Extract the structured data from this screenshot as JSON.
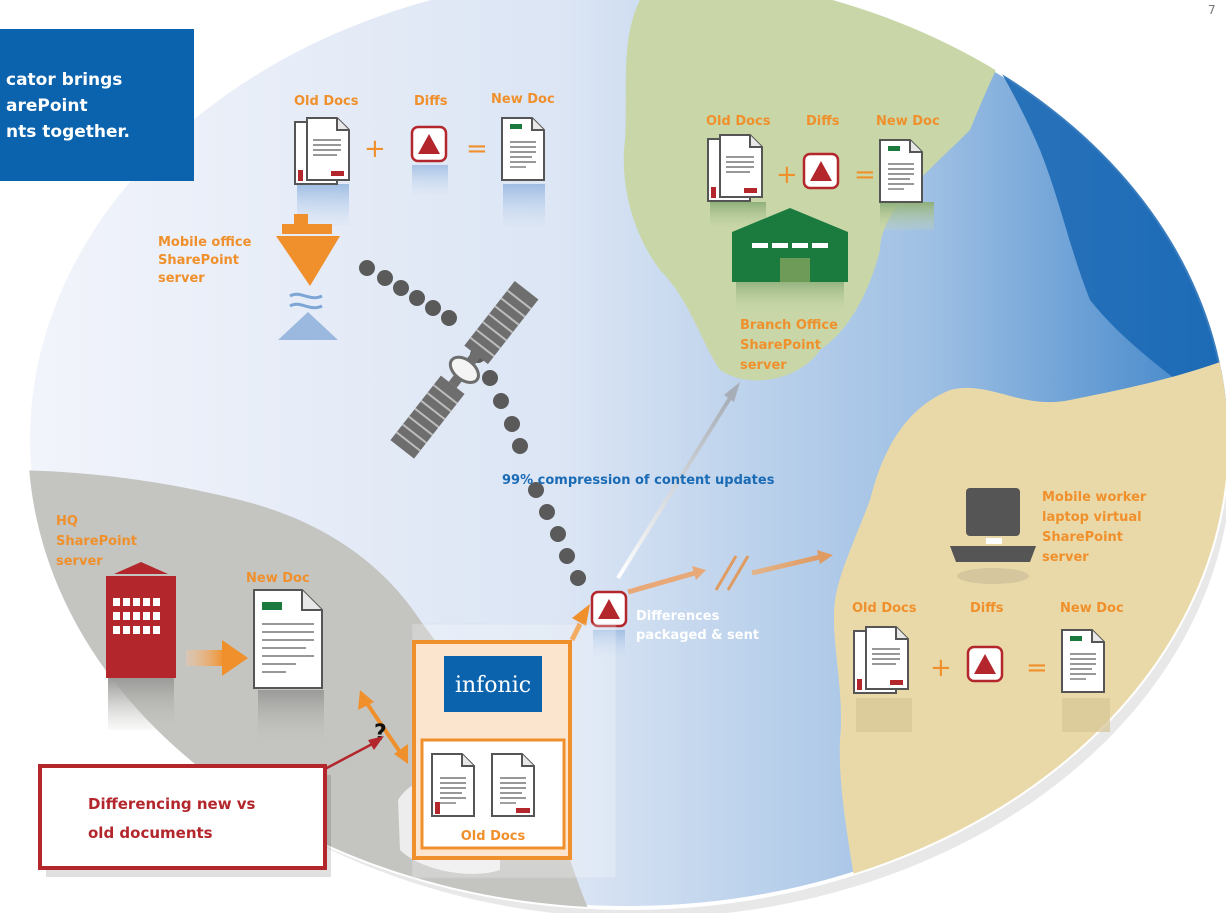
{
  "header": {
    "page_number": "7"
  },
  "title_box": {
    "lines": [
      "cator brings",
      "arePoint",
      "nts together."
    ]
  },
  "labels": {
    "old_docs": "Old Docs",
    "diffs": "Diffs",
    "new_doc": "New Doc",
    "plus": "+",
    "equals": "="
  },
  "mobile_office": {
    "lines": [
      "Mobile office",
      "SharePoint",
      "server"
    ]
  },
  "branch_office": {
    "lines": [
      "Branch Office",
      "SharePoint",
      "server"
    ]
  },
  "mobile_worker": {
    "lines": [
      "Mobile worker",
      "laptop virtual",
      "SharePoint",
      "server"
    ]
  },
  "hq": {
    "lines": [
      "HQ",
      "SharePoint",
      "server"
    ]
  },
  "compression": "99% compression of content updates",
  "differences": {
    "lines": [
      "Differences",
      "packaged & sent"
    ]
  },
  "question_mark": "?",
  "logo_text": "infonic",
  "differencing": {
    "lines": [
      "Differencing new vs",
      "old documents"
    ]
  },
  "colors": {
    "orange": "#f0902c",
    "blue": "#0b63ae",
    "red": "#b3262c",
    "green": "#1b7a3e",
    "land_green": "#c9d7a8",
    "land_tan": "#ead9a8",
    "land_gray": "#c4c4c1",
    "ocean": "#8ab4dd"
  }
}
